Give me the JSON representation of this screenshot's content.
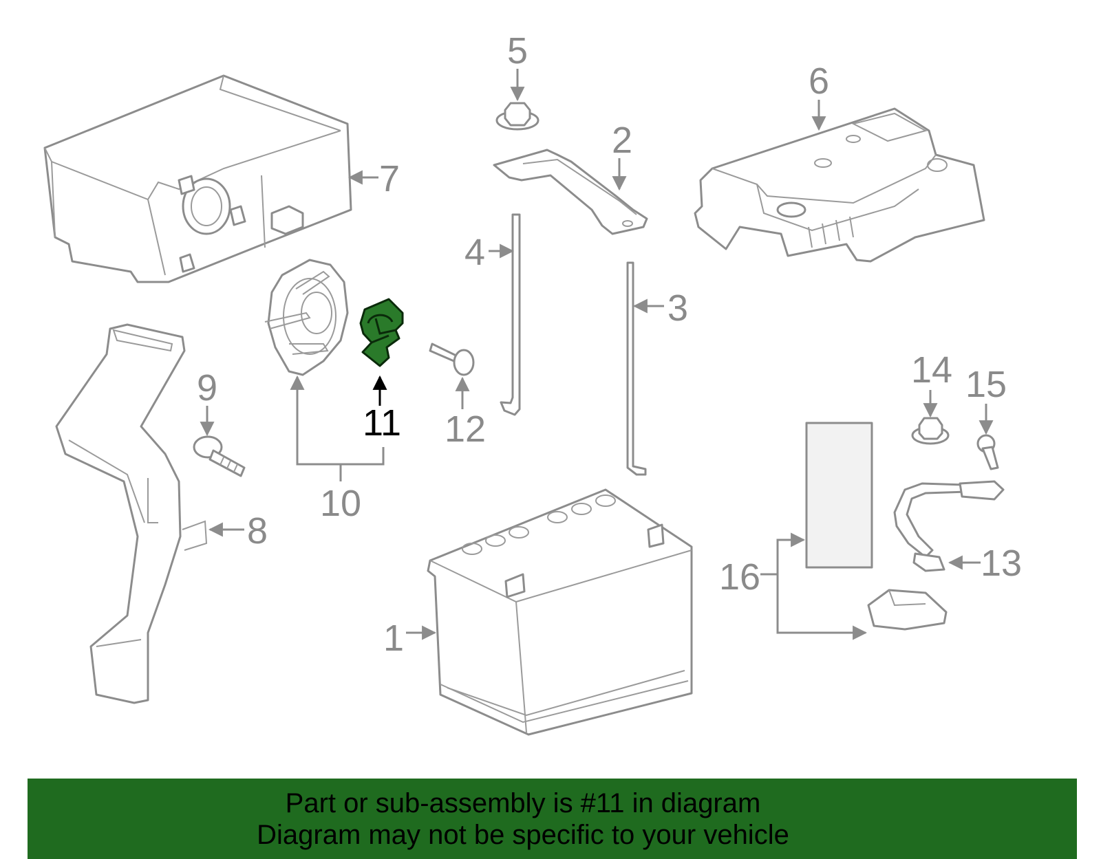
{
  "diagram": {
    "highlighted_part": "11",
    "highlight_color": "#1f6b1f",
    "line_color": "#8c8c8c",
    "callouts": {
      "c1": "1",
      "c2": "2",
      "c3": "3",
      "c4": "4",
      "c5": "5",
      "c6": "6",
      "c7": "7",
      "c8": "8",
      "c9": "9",
      "c10": "10",
      "c11": "11",
      "c12": "12",
      "c13": "13",
      "c14": "14",
      "c15": "15",
      "c16": "16"
    }
  },
  "banner": {
    "line1": "Part or sub-assembly is #11 in diagram",
    "line2": "Diagram may not be specific to your vehicle",
    "background": "#1f6b1f"
  }
}
